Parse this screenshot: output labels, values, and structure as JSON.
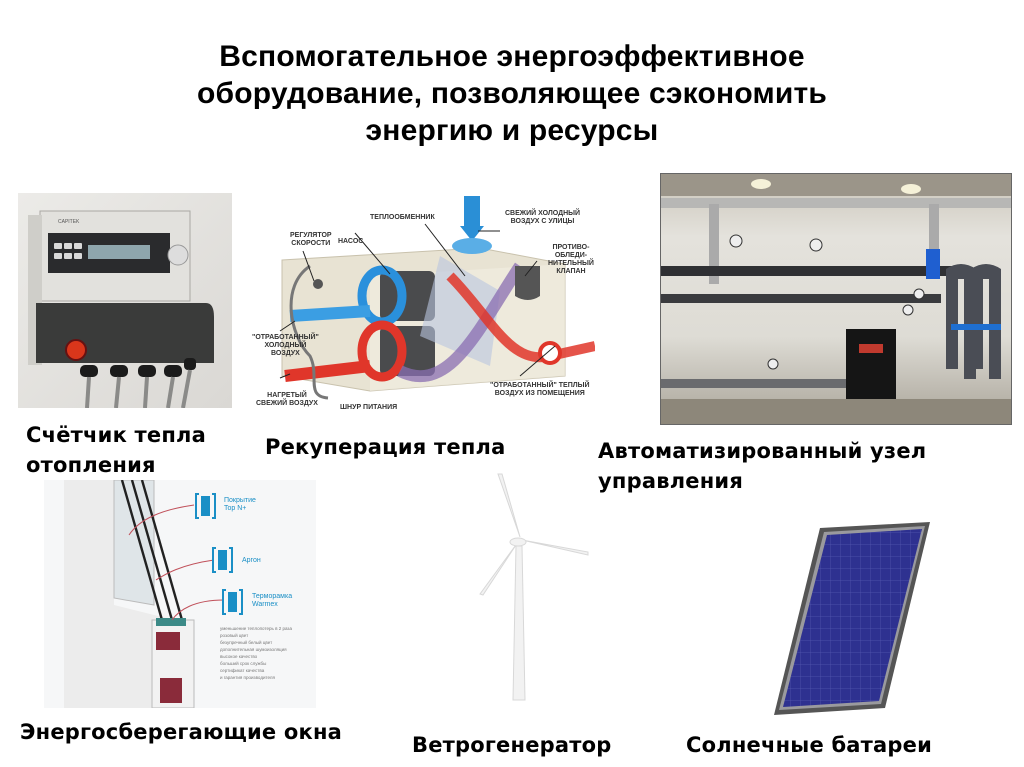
{
  "slide": {
    "title_lines": [
      "Вспомогательное энергоэффективное",
      "оборудование, позволяющее сэкономить",
      "энергию и ресурсы"
    ],
    "items": [
      {
        "caption_lines": [
          "Счётчик тепла",
          "отопления"
        ],
        "image": "heat-meter-photo"
      },
      {
        "caption_lines": [
          "Рекуперация тепла"
        ],
        "image": "heat-recuperator-diagram",
        "diagram_labels": {
          "heat_exchanger": "ТЕПЛООБМЕННИК",
          "fresh_cold_air": [
            "СВЕЖИЙ ХОЛОДНЫЙ",
            "ВОЗДУХ С УЛИЦЫ"
          ],
          "speed_regulator": [
            "РЕГУЛЯТОР",
            "СКОРОСТИ"
          ],
          "pump": "НАСОС",
          "anti_icing_valve": [
            "ПРОТИВО-",
            "ОБЛЕДИ-",
            "НИТЕЛЬНЫЙ",
            "КЛАПАН"
          ],
          "exhaust_cold_air": [
            "\"ОТРАБОТАННЫЙ\"",
            "ХОЛОДНЫЙ",
            "ВОЗДУХ"
          ],
          "heated_fresh_air": [
            "НАГРЕТЫЙ",
            "СВЕЖИЙ ВОЗДУХ"
          ],
          "power_cord": "ШНУР ПИТАНИЯ",
          "exhaust_warm_air": [
            "\"ОТРАБОТАННЫЙ\" ТЕПЛЫЙ",
            "ВОЗДУХ ИЗ ПОМЕЩЕНИЯ"
          ]
        }
      },
      {
        "caption_lines": [
          "Автоматизированный узел",
          "управления"
        ],
        "image": "automated-control-unit-photo"
      },
      {
        "caption_lines": [
          "Энергосберегающие окна"
        ],
        "image": "energy-saving-window-diagram",
        "diagram_labels": {
          "layer1": [
            "Покрытие",
            "Top N+"
          ],
          "layer2": [
            "Аргон"
          ],
          "layer3": [
            "Терморамка",
            "Warmex"
          ],
          "bullets": [
            "уменьшение теплопотерь в 2 раза",
            "розовый цвет",
            "безупречный белый цвет",
            "дополнительная шумоизоляция",
            "высокое качество",
            "больший срок службы",
            "сертификат качества",
            "и гарантия производителя"
          ]
        }
      },
      {
        "caption_lines": [
          "Ветрогенератор"
        ],
        "image": "wind-turbine-photo"
      },
      {
        "caption_lines": [
          "Солнечные батареи"
        ],
        "image": "solar-panel-photo"
      }
    ]
  },
  "colors": {
    "background": "#ffffff",
    "text": "#000000",
    "cold_air": "#2a8fd6",
    "warm_air": "#e0362a",
    "solar_cell": "#2b2f8a",
    "window_accent": "#1a8fc6"
  }
}
